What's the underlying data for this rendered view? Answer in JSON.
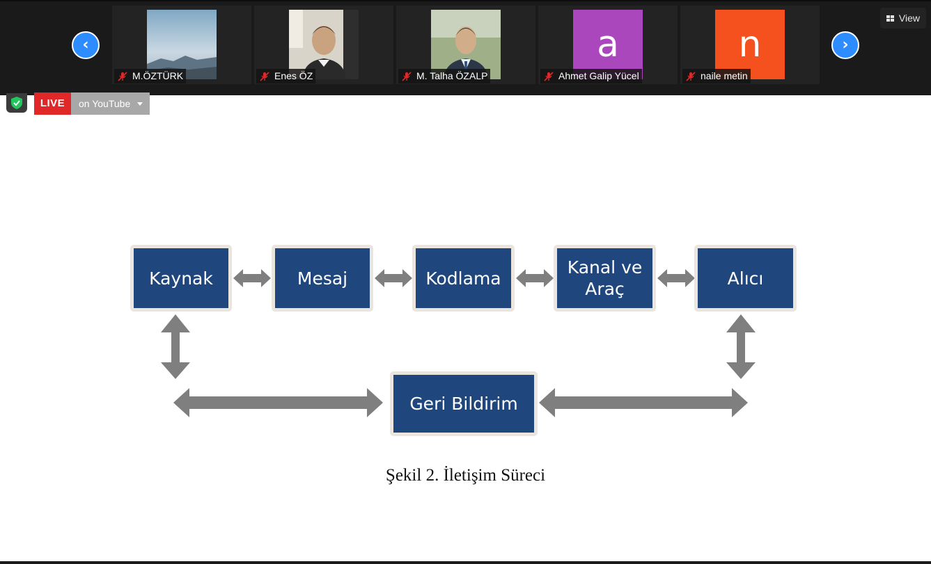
{
  "participants": [
    {
      "name": "M.ÖZTÜRK",
      "video": "landscape-photo",
      "muted": true
    },
    {
      "name": "Enes ÖZ",
      "video": "webcam-photo",
      "muted": true
    },
    {
      "name": "M. Talha ÖZALP",
      "video": "portrait-photo",
      "muted": true
    },
    {
      "name": "Ahmet Galip Yücel",
      "avatar_letter": "a",
      "avatar_color": "#ab47bc",
      "muted": true
    },
    {
      "name": "naile metin",
      "avatar_letter": "n",
      "avatar_color": "#f4511e",
      "muted": true
    }
  ],
  "toolbar": {
    "view_label": "View",
    "prev_icon": "chevron-left-icon",
    "next_icon": "chevron-right-icon",
    "accent_color": "#2d8cff"
  },
  "live": {
    "badge": "LIVE",
    "source": "on YouTube",
    "badge_color": "#e02828"
  },
  "diagram": {
    "nodes": [
      "Kaynak",
      "Mesaj",
      "Kodlama",
      "Kanal ve Araç",
      "Alıcı"
    ],
    "feedback": "Geri Bildirim",
    "caption": "Şekil 2. İletişim Süreci",
    "node_color": "#1f477e",
    "arrow_color": "#7f7f7f"
  }
}
